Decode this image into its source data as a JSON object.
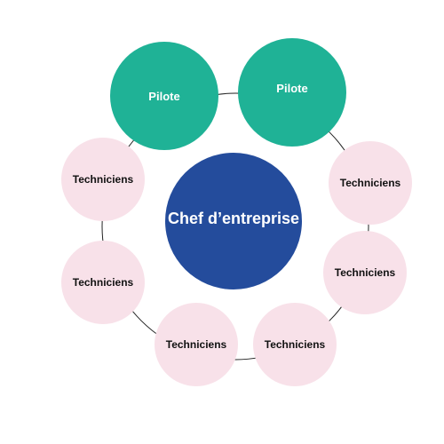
{
  "diagram": {
    "center_label": "Chef d’entreprise",
    "nodes": [
      {
        "label": "Pilote",
        "role": "pilot"
      },
      {
        "label": "Pilote",
        "role": "pilot"
      },
      {
        "label": "Techniciens",
        "role": "technician"
      },
      {
        "label": "Techniciens",
        "role": "technician"
      },
      {
        "label": "Techniciens",
        "role": "technician"
      },
      {
        "label": "Techniciens",
        "role": "technician"
      },
      {
        "label": "Techniciens",
        "role": "technician"
      },
      {
        "label": "Techniciens",
        "role": "technician"
      }
    ]
  },
  "colors": {
    "pilot": "#1fb296",
    "technician": "#f8e1e9",
    "center": "#244c9c",
    "connector": "#222222"
  }
}
